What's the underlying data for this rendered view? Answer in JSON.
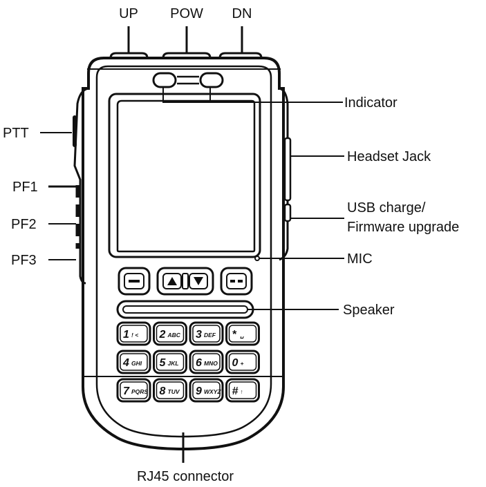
{
  "labels": {
    "up": "UP",
    "pow": "POW",
    "dn": "DN",
    "ptt": "PTT",
    "pf1": "PF1",
    "pf2": "PF2",
    "pf3": "PF3",
    "indicator": "Indicator",
    "headset_jack": "Headset Jack",
    "usb_line1": "USB charge/",
    "usb_line2": "Firmware upgrade",
    "mic": "MIC",
    "speaker": "Speaker",
    "rj45": "RJ45 connector"
  },
  "keypad": [
    {
      "main": "1",
      "sub": "! <"
    },
    {
      "main": "2",
      "sub": "ABC"
    },
    {
      "main": "3",
      "sub": "DEF"
    },
    {
      "main": "*",
      "sub": "␣"
    },
    {
      "main": "4",
      "sub": "GHI"
    },
    {
      "main": "5",
      "sub": "JKL"
    },
    {
      "main": "6",
      "sub": "MNO"
    },
    {
      "main": "0",
      "sub": "+"
    },
    {
      "main": "7",
      "sub": "PQRS"
    },
    {
      "main": "8",
      "sub": "TUV"
    },
    {
      "main": "9",
      "sub": "WXYZ"
    },
    {
      "main": "#",
      "sub": "↑"
    }
  ]
}
